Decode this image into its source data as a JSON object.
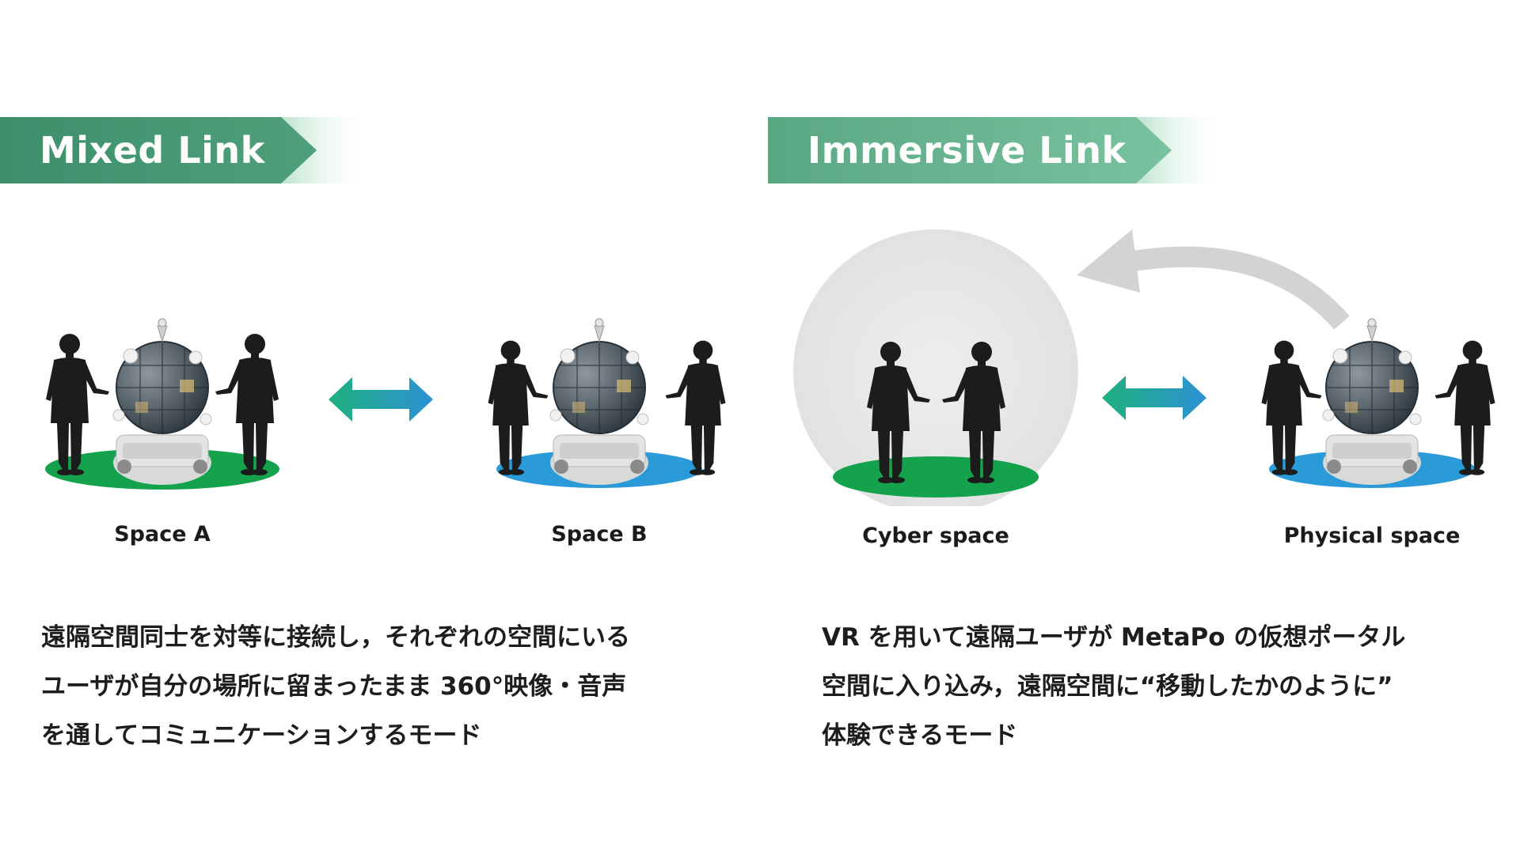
{
  "colors": {
    "banner_dark": "#3d8f6c",
    "banner_light": "#6cbf98",
    "platform_green": "#15a24d",
    "platform_blue": "#2a9bd8",
    "arrow_green": "#1fb07d",
    "arrow_blue": "#2d92d6",
    "bubble_gray": "#e6e6e6",
    "silhouette": "#1c1c1c"
  },
  "mixed": {
    "banner_label": "Mixed Link",
    "space_a": "Space A",
    "space_b": "Space B",
    "description": [
      "遠隔空間同士を対等に接続し，それぞれの空間にいる",
      "ユーザが自分の場所に留まったまま 360°映像・音声",
      "を通してコミュニケーションするモード"
    ]
  },
  "immersive": {
    "banner_label": "Immersive Link",
    "cyber_space": "Cyber space",
    "physical_space": "Physical space",
    "description": [
      "VR を用いて遠隔ユーザが MetaPo の仮想ポータル",
      "空間に入り込み，遠隔空間に“移動したかのように”",
      "体験できるモード"
    ]
  },
  "icons": {
    "robot": "metapo-robot-icon",
    "person": "person-silhouette-icon",
    "double_arrow": "double-arrow-icon",
    "curved_arrow": "curved-arrow-icon"
  }
}
